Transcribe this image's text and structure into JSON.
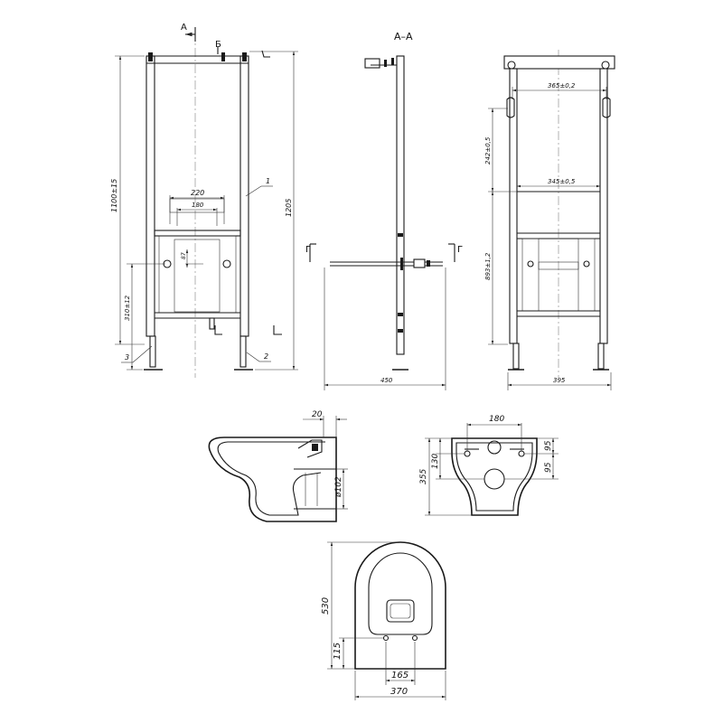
{
  "sections": {
    "a_left": "А",
    "a_right": "А–А",
    "b": "Б",
    "g_left": "Г",
    "g_right": "Г"
  },
  "callouts": {
    "c1": "1",
    "c2": "2",
    "c3": "3"
  },
  "front": {
    "height_total": "1100±15",
    "height_right": "1205",
    "w220": "220",
    "w180": "180",
    "h87": "87",
    "h310": "310±12"
  },
  "side": {
    "depth": "450"
  },
  "rear": {
    "w365": "365±0,2",
    "w345": "345±0,5",
    "h242": "242±0,5",
    "h893": "893±1,2",
    "w395": "395"
  },
  "bowl_side": {
    "d20": "20",
    "d102": "ø102"
  },
  "bowl_rear": {
    "w180": "180",
    "h355": "355",
    "h130": "130",
    "h95a": "95",
    "h95b": "95"
  },
  "bowl_top": {
    "h530": "530",
    "h115": "115",
    "w165": "165",
    "w370": "370"
  }
}
